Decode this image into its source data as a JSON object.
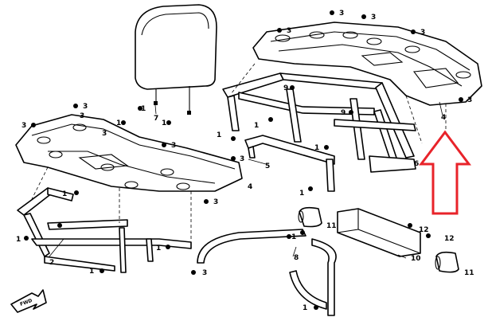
{
  "diagram": {
    "callouts": [
      {
        "id": "c1",
        "label": "3"
      },
      {
        "id": "c2",
        "label": "3"
      },
      {
        "id": "c3",
        "label": "3"
      },
      {
        "id": "c4",
        "label": "3"
      },
      {
        "id": "c5",
        "label": "3"
      },
      {
        "id": "c6",
        "label": "3"
      },
      {
        "id": "c7",
        "label": "3"
      },
      {
        "id": "c8",
        "label": "3"
      },
      {
        "id": "c9",
        "label": "3"
      },
      {
        "id": "c10",
        "label": "3"
      },
      {
        "id": "c11",
        "label": "3"
      },
      {
        "id": "c12",
        "label": "3"
      },
      {
        "id": "c13",
        "label": "4"
      },
      {
        "id": "c14",
        "label": "4"
      },
      {
        "id": "c15",
        "label": "7"
      },
      {
        "id": "c16",
        "label": "1"
      },
      {
        "id": "c17",
        "label": "1"
      },
      {
        "id": "c18",
        "label": "1"
      },
      {
        "id": "c19",
        "label": "9"
      },
      {
        "id": "c20",
        "label": "9"
      },
      {
        "id": "c21",
        "label": "1"
      },
      {
        "id": "c22",
        "label": "1"
      },
      {
        "id": "c23",
        "label": "1"
      },
      {
        "id": "c24",
        "label": "5"
      },
      {
        "id": "c25",
        "label": "6"
      },
      {
        "id": "c26",
        "label": "1"
      },
      {
        "id": "c27",
        "label": "1"
      },
      {
        "id": "c28",
        "label": "2"
      },
      {
        "id": "c29",
        "label": "1"
      },
      {
        "id": "c30",
        "label": "1"
      },
      {
        "id": "c31",
        "label": "11"
      },
      {
        "id": "c32",
        "label": "11"
      },
      {
        "id": "c33",
        "label": "12"
      },
      {
        "id": "c34",
        "label": "12"
      },
      {
        "id": "c35",
        "label": "10"
      },
      {
        "id": "c36",
        "label": "8"
      },
      {
        "id": "c37",
        "label": "1"
      },
      {
        "id": "c38",
        "label": "1"
      },
      {
        "id": "c39",
        "label": "3"
      },
      {
        "id": "c40",
        "label": "1"
      }
    ],
    "fwd_label": "FWD",
    "highlight_color": "#e8232a"
  }
}
